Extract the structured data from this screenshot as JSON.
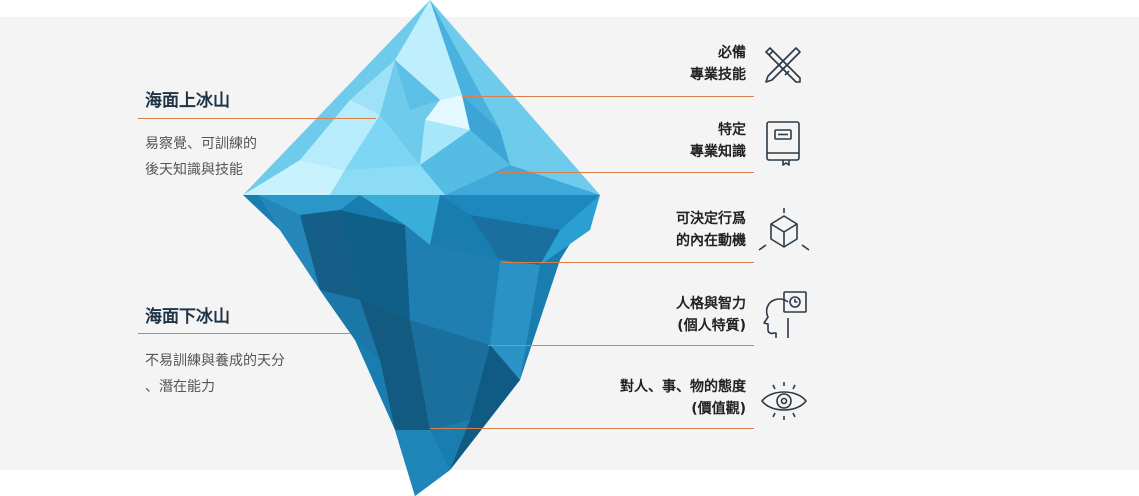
{
  "above": {
    "title": "海面上冰山",
    "description": "易察覺、可訓練的\n後天知識與技能"
  },
  "below": {
    "title": "海面下冰山",
    "description": "不易訓練與養成的天分\n、潛在能力"
  },
  "items": [
    {
      "label": "必備\n專業技能",
      "icon": "ruler-pencil-icon"
    },
    {
      "label": "特定\n專業知識",
      "icon": "book-icon"
    },
    {
      "label": "可決定行爲\n的內在動機",
      "icon": "cube-icon"
    },
    {
      "label": "人格與智力\n(個人特質)",
      "icon": "head-profile-icon"
    },
    {
      "label": "對人、事、物的態度\n(價值觀)",
      "icon": "eye-icon"
    }
  ],
  "colors": {
    "accent_line": "#d9804a",
    "title": "#1f3347",
    "ice_light": "#7fd4f2",
    "ice_dark": "#0f5f88",
    "icon_stroke": "#2b3a48"
  }
}
